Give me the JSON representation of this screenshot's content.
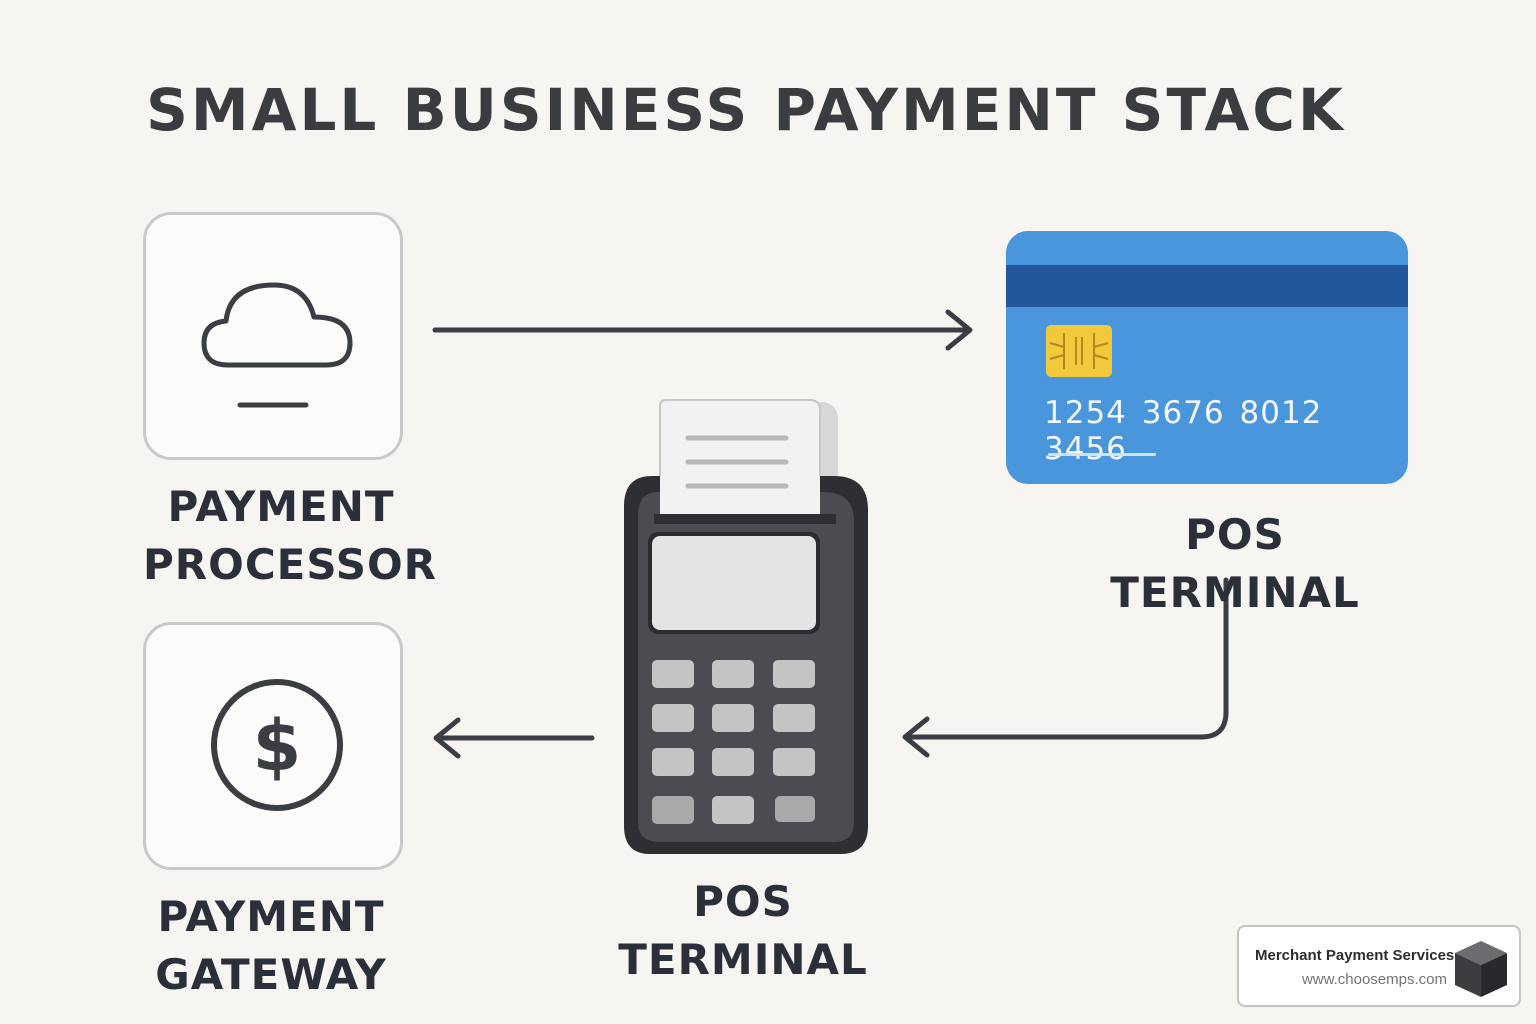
{
  "title": "SMALL BUSINESS PAYMENT STACK",
  "nodes": {
    "processor": {
      "label_lines": [
        "PAYMENT",
        "PROCESSOR"
      ],
      "icon": "cloud-icon"
    },
    "card": {
      "label": "POS TERMINAL",
      "number": "1254 3676 8012 3456",
      "colors": {
        "card": "#4a96dd",
        "stripe": "#24579a",
        "chip": "#f2c83c"
      }
    },
    "terminal": {
      "label_lines": [
        "POS",
        "TERMINAL"
      ],
      "icon": "pos-terminal-icon"
    },
    "gateway": {
      "label_lines": [
        "PAYMENT",
        "GATEWAY"
      ],
      "icon": "dollar-coin-icon"
    }
  },
  "badge": {
    "name": "Merchant Payment Services",
    "url": "www.choosemps.com",
    "icon": "cube-icon"
  }
}
